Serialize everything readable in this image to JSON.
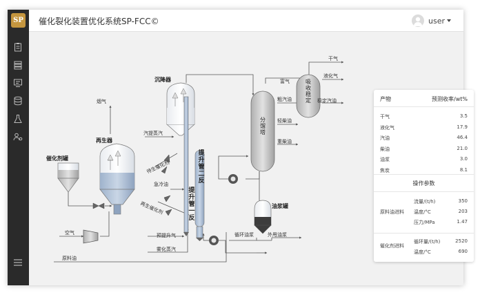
{
  "header": {
    "title": "催化裂化装置优化系统SP-FCC©",
    "user": "user"
  },
  "sidebar": {
    "logo": "SP",
    "items": [
      "clipboard-icon",
      "list-icon",
      "monitor-icon",
      "database-icon",
      "flask-icon",
      "users-gear-icon"
    ],
    "menu": "menu-icon"
  },
  "diagram": {
    "settler": "沉降器",
    "regenerator": "再生器",
    "catalyst_tank": "催化剂罐",
    "riser1": "提升管一反",
    "riser2": "提升管二反",
    "fractionator": "分馏塔",
    "absorber": "吸收稳定",
    "slurry_tank": "油浆罐",
    "flue_gas": "烟气",
    "stripping_steam": "汽提蒸汽",
    "spent_catalyst": "待生催化剂",
    "regen_catalyst": "再生催化剂",
    "quench_oil": "急冷油",
    "pre_lift_steam": "预提升气",
    "atomizing_steam": "雾化蒸汽",
    "air": "空气",
    "feed_oil": "原料油",
    "rich_gas": "富气",
    "crude_gasoline": "粗汽油",
    "light_diesel": "轻柴油",
    "heavy_diesel": "重柴油",
    "dry_gas": "干气",
    "lpg": "液化气",
    "stable_gasoline": "稳定汽油",
    "recycle_slurry": "循环油浆",
    "export_slurry": "外甩油浆"
  },
  "panel": {
    "yield_header": "产物",
    "yield_unit": "预测收率/wt%",
    "yields": [
      {
        "name": "干气",
        "value": "3.5"
      },
      {
        "name": "液化气",
        "value": "17.9"
      },
      {
        "name": "汽油",
        "value": "46.4"
      },
      {
        "name": "柴油",
        "value": "21.0"
      },
      {
        "name": "油浆",
        "value": "3.0"
      },
      {
        "name": "焦炭",
        "value": "8.1"
      }
    ],
    "params_header": "操作参数",
    "feed_group": "原料油进料",
    "feed_params": [
      {
        "name": "流量/(t/h)",
        "value": "350"
      },
      {
        "name": "温度/°C",
        "value": "203"
      },
      {
        "name": "压力/MPa",
        "value": "1.47"
      }
    ],
    "cat_group": "催化剂进料",
    "cat_params": [
      {
        "name": "循环量/(t/h)",
        "value": "2520"
      },
      {
        "name": "温度/°C",
        "value": "690"
      }
    ]
  }
}
